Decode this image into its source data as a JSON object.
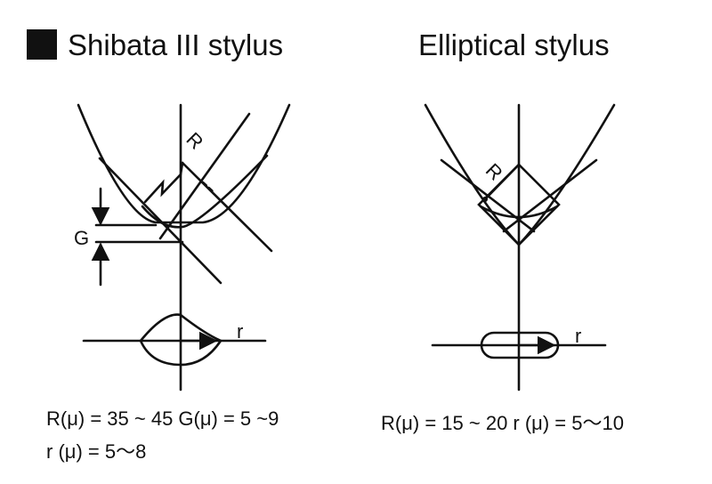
{
  "left": {
    "title": "Shibata III stylus",
    "label_R": "R",
    "label_G": "G",
    "label_r": "r",
    "spec_line1": "R(μ) = 35 ~ 45   G(μ) = 5 ~9",
    "spec_line2": "r (μ) =  5〜8"
  },
  "right": {
    "title": "Elliptical stylus",
    "label_R": "R",
    "label_r": "r",
    "spec_line1": "R(μ) = 15 ~ 20   r (μ) =  5〜10"
  }
}
